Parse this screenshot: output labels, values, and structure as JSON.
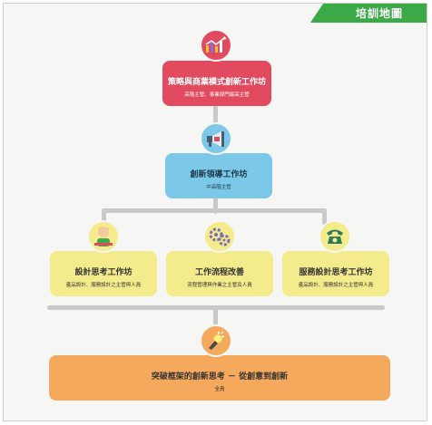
{
  "tag": {
    "label": "培訓地圖"
  },
  "level1": {
    "title": "策略與商業模式創新工作坊",
    "subtitle": "高階主管、事業部門最高主管",
    "color": "#e24a5f",
    "icon": "bar-chart-icon"
  },
  "level2": {
    "title": "創新領導工作坊",
    "subtitle": "中高階主管",
    "color": "#7cc8e8",
    "icon": "megaphone-icon"
  },
  "level3": [
    {
      "title": "設計思考工作坊",
      "subtitle": "產品設計、服務設計之主管與人員",
      "icon": "person-icon"
    },
    {
      "title": "工作流程改善",
      "subtitle": "流程管理與作業之主管及人員",
      "icon": "gears-icon"
    },
    {
      "title": "服務設計思考工作坊",
      "subtitle": "產品設計、服務設計之主管與人員",
      "icon": "telephone-icon"
    }
  ],
  "level3_color": "#f4eb8c",
  "level4": {
    "title": "突破框架的創新思考 － 從創意到創新",
    "subtitle": "全員",
    "color": "#f5a95c",
    "icon": "lightbulb-icon"
  }
}
